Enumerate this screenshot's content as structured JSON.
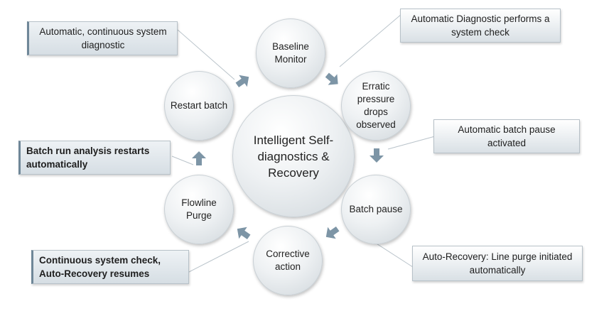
{
  "center": {
    "label": "Intelligent Self-diagnostics & Recovery"
  },
  "steps": [
    {
      "label": "Baseline Monitor"
    },
    {
      "label": "Erratic pressure drops observed"
    },
    {
      "label": "Batch pause"
    },
    {
      "label": "Corrective action"
    },
    {
      "label": "Flowline Purge"
    },
    {
      "label": "Restart batch"
    }
  ],
  "notes": [
    {
      "label": "Automatic, continuous system diagnostic"
    },
    {
      "label": "Automatic Diagnostic performs a system check"
    },
    {
      "label": "Automatic batch pause activated"
    },
    {
      "label": "Auto-Recovery: Line purge initiated automatically"
    },
    {
      "label": "Continuous system check, Auto-Recovery resumes"
    },
    {
      "label": "Batch run analysis restarts automatically"
    }
  ],
  "colors": {
    "arrow": "#7d95a6",
    "circle_edge": "#c9d0d5",
    "note_border": "#b7c1c8"
  }
}
